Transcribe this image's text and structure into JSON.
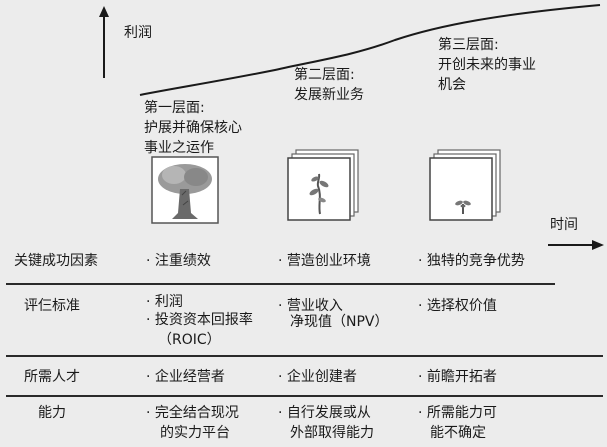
{
  "axes": {
    "y_label": "利润",
    "x_label": "时间"
  },
  "levels": [
    {
      "title": "第一层面:",
      "desc1": "护展并确保核心",
      "desc2": "事业之运作"
    },
    {
      "title": "第二层面:",
      "desc1": "发展新业务",
      "desc2": ""
    },
    {
      "title": "第三层面:",
      "desc1": "开创未来的事业",
      "desc2": "机会"
    }
  ],
  "images": [
    {
      "icon": "tree-icon"
    },
    {
      "icon": "sapling-icon"
    },
    {
      "icon": "seedling-icon"
    }
  ],
  "table": {
    "rows": [
      {
        "header": "关键成功因素",
        "cells": [
          [
            "· 注重绩效"
          ],
          [
            "· 营造创业环境"
          ],
          [
            "· 独特的竞争优势"
          ]
        ]
      },
      {
        "header": "评仨标准",
        "cells": [
          [
            "· 利润",
            "· 投资资本回报率",
            "（ROIC）"
          ],
          [
            "· 营业收入",
            "净现值（NPV）"
          ],
          [
            "· 选择权价值"
          ]
        ]
      },
      {
        "header": "所需人才",
        "cells": [
          [
            "· 企业经营者"
          ],
          [
            "· 企业创建者"
          ],
          [
            "· 前瞻开拓者"
          ]
        ]
      },
      {
        "header": "能力",
        "cells": [
          [
            "· 完全结合现况",
            "的实力平台"
          ],
          [
            "· 自行发展或从",
            "外部取得能力"
          ],
          [
            "· 所需能力可",
            "能不确定"
          ]
        ]
      }
    ]
  }
}
